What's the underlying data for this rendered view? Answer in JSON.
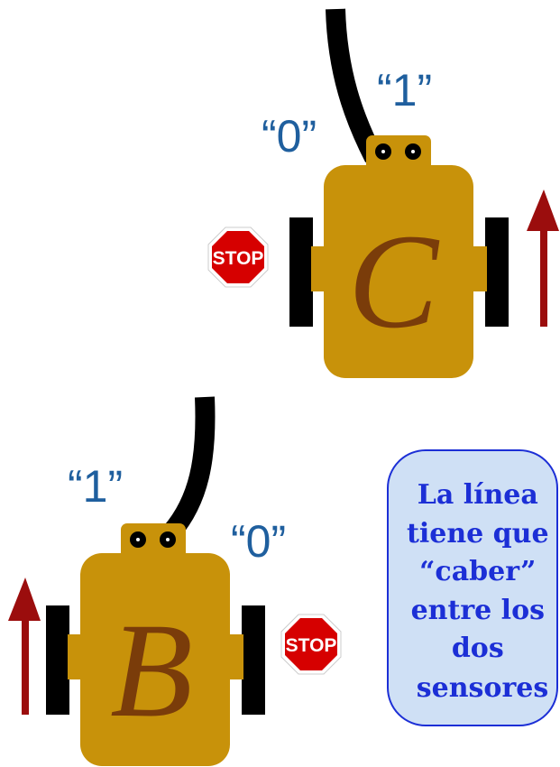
{
  "colors": {
    "robot_body": "#c8920a",
    "robot_letter": "#7a3c0a",
    "track_line": "#000000",
    "wheel": "#000000",
    "arrow": "#9b0d0d",
    "stop_sign": "#d60000",
    "sensor_label": "#1f5f9e",
    "note_fill": "#cfe0f5",
    "note_border": "#1c2fd6",
    "note_text": "#1c2fd6"
  },
  "robot_c": {
    "letter": "C",
    "left_sensor_label": "“0”",
    "right_sensor_label": "“1”",
    "arrow_side": "right",
    "stop_side": "left"
  },
  "robot_b": {
    "letter": "B",
    "left_sensor_label": "“1”",
    "right_sensor_label": "“0”",
    "arrow_side": "left",
    "stop_side": "right"
  },
  "stop_sign": {
    "text": "STOP"
  },
  "note": {
    "lines": [
      "La línea",
      "tiene que",
      "“caber”",
      "entre los",
      "dos",
      "sensores"
    ]
  }
}
